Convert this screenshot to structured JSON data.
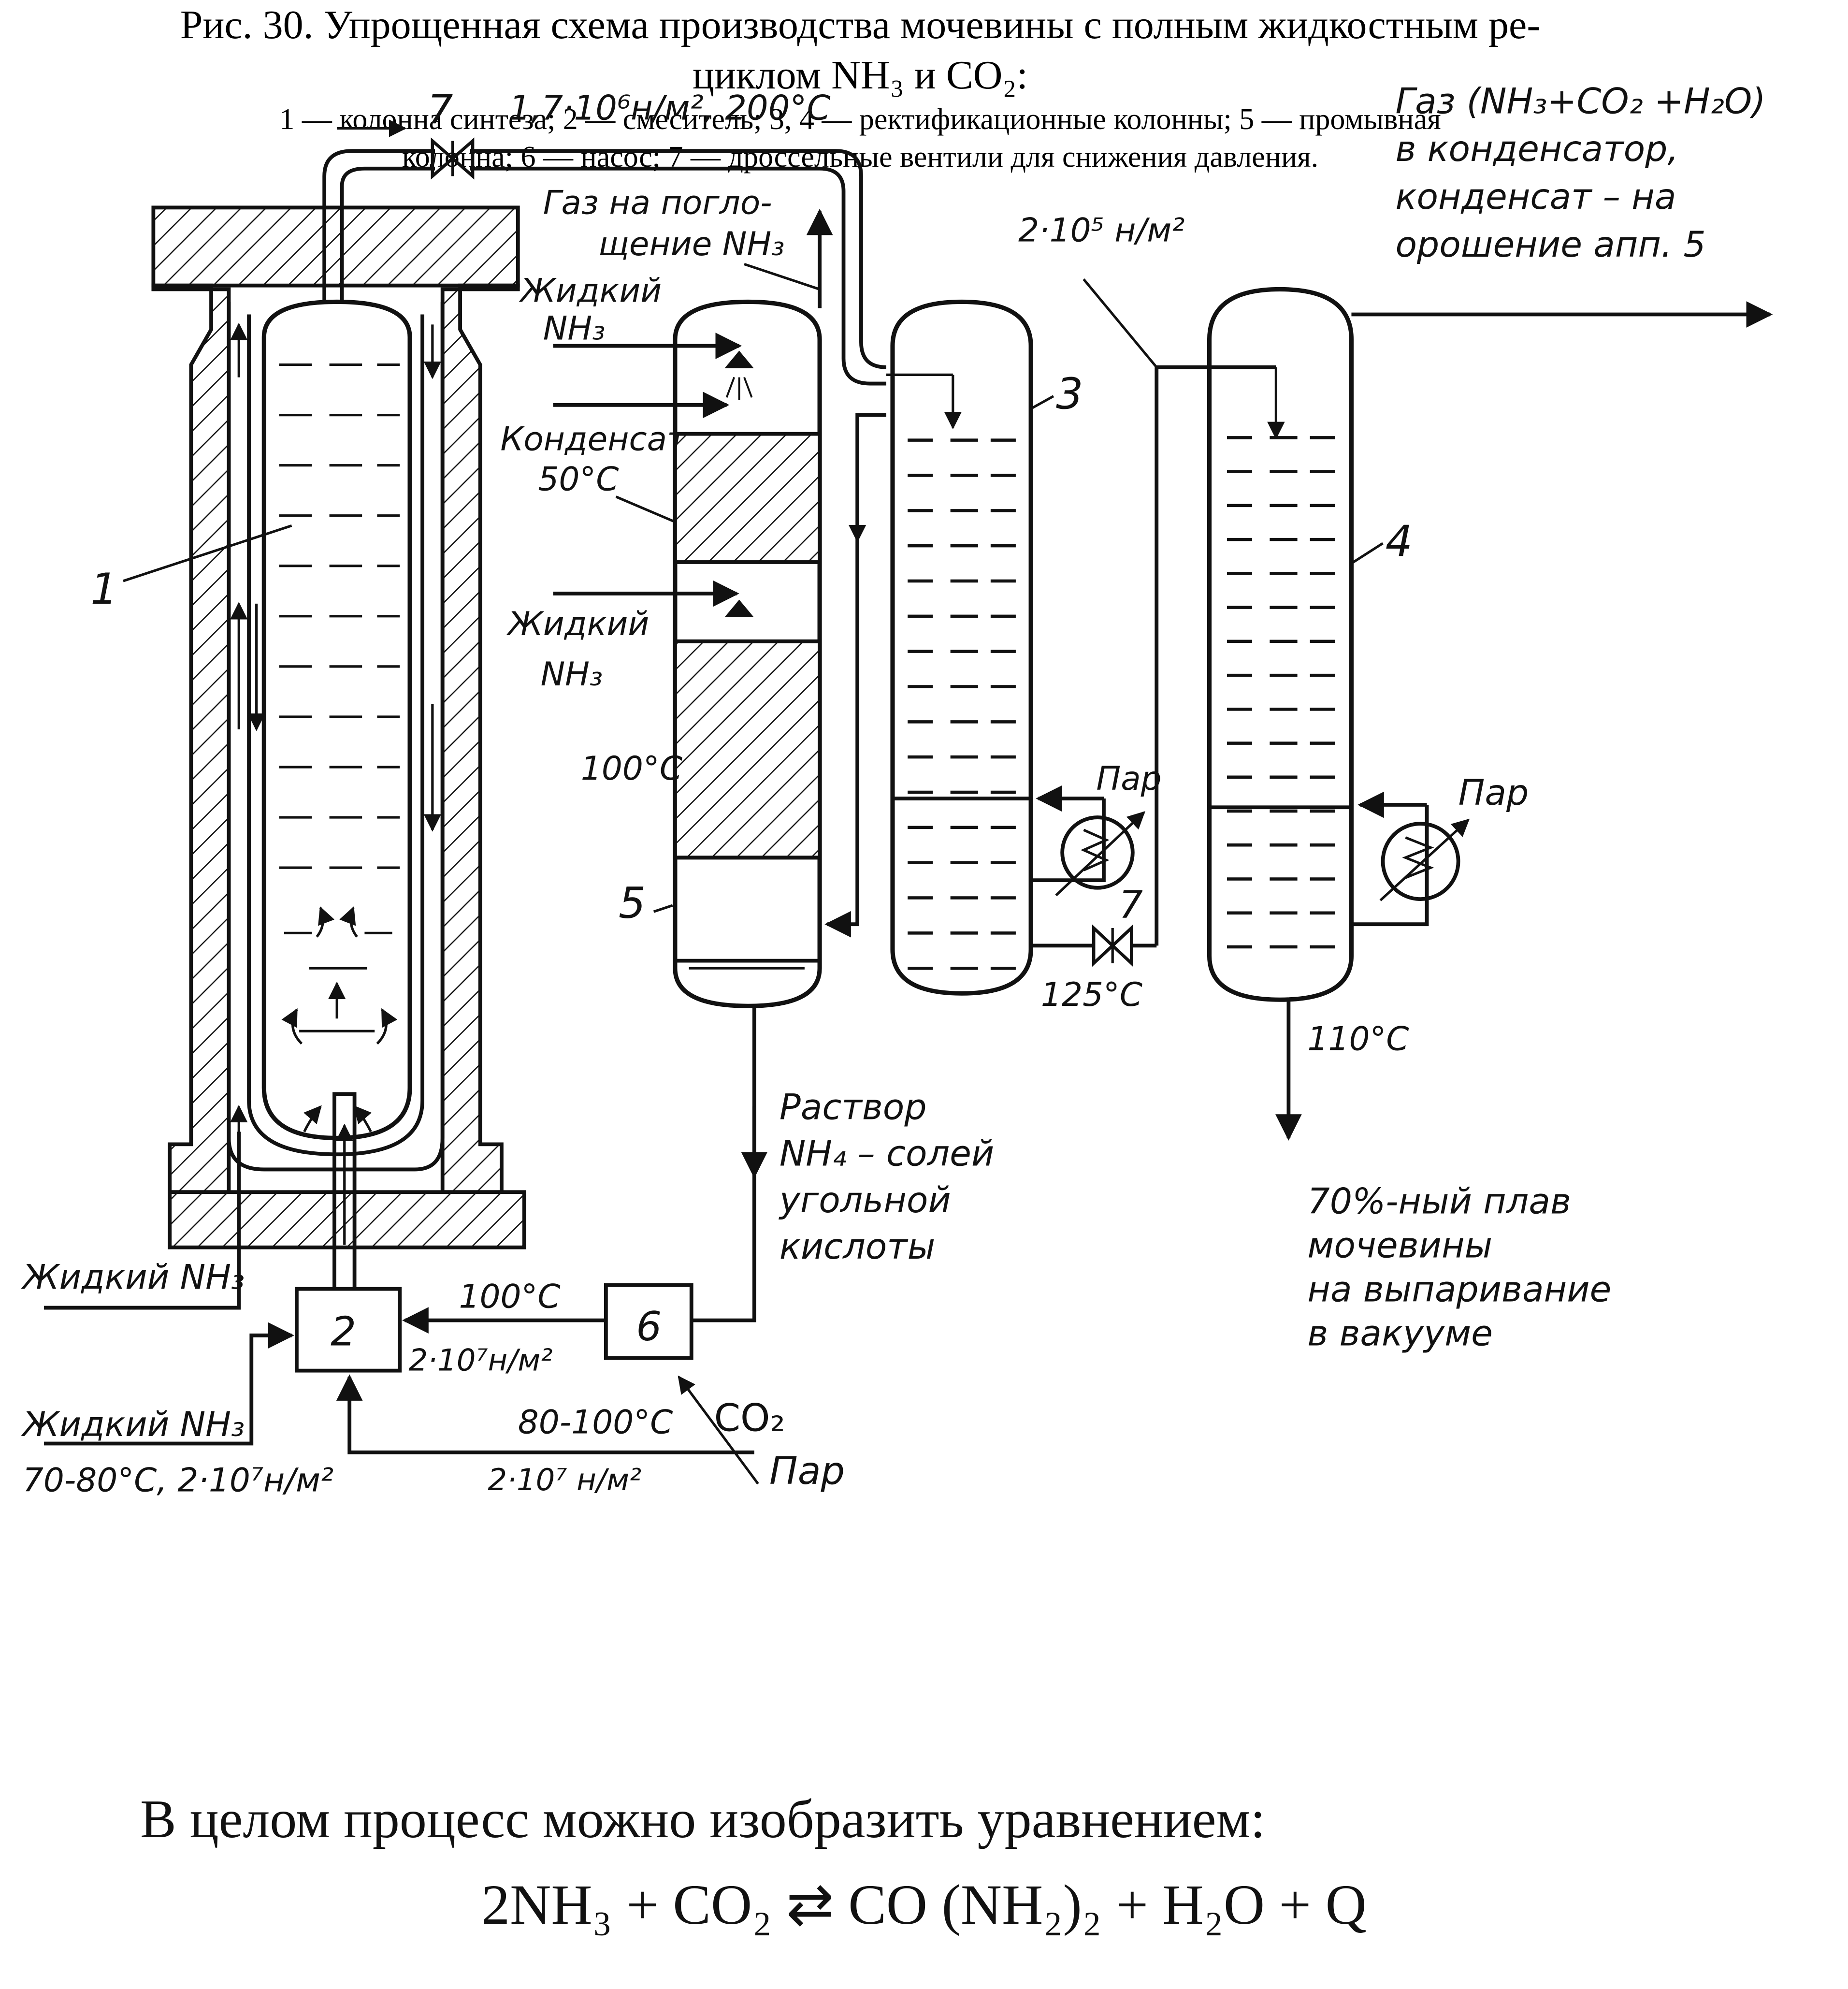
{
  "diagram": {
    "apparatus_numbers": [
      "1",
      "2",
      "3",
      "4",
      "5",
      "6",
      "7",
      "7"
    ],
    "labels": {
      "valve_top_pressure": "1,7·10⁶н/м², 200°С",
      "gas_absorb_line1": "Газ на погло-",
      "gas_absorb_line2": "щение NH₃",
      "liquid_nh3_a_line1": "Жидкий",
      "liquid_nh3_a_line2": "NH₃",
      "condensate_line1": "Конденсат",
      "condensate_line2": "50°С",
      "liquid_nh3_b_line1": "Жидкий",
      "liquid_nh3_b_line2": "NH₃",
      "temp_100_col5": "100°С",
      "pressure_2e5": "2·10⁵ н/м²",
      "gas_out_line1": "Газ (NH₃+CO₂ +H₂O)",
      "gas_out_line2": "в конденсатор,",
      "gas_out_line3": "конденсат – на",
      "gas_out_line4": "орошение апп. 5",
      "steam_3": "Пар",
      "steam_4": "Пар",
      "temp_125": "125°С",
      "temp_110": "110°С",
      "melt_line1": "70%-ный плав",
      "melt_line2": "мочевины",
      "melt_line3": "на выпаривание",
      "melt_line4": "в вакууме",
      "solution_line1": "Раствор",
      "solution_line2": "NH₄ – солей",
      "solution_line3": "угольной",
      "solution_line4": "кислоты",
      "liquid_nh3_left": "Жидкий NH₃",
      "temp_100_pump": "100°С",
      "pressure_2e7_mixer": "2·10⁷н/м²",
      "liquid_nh3_feed": "Жидкий NH₃",
      "feed_conditions": "70-80°С, 2·10⁷н/м²",
      "co2_temp": "80-100°С",
      "co2": "CO₂",
      "co2_pressure": "2·10⁷ н/м²",
      "steam_bottom": "Пар"
    }
  },
  "caption": {
    "title_line1": "Рис. 30. Упрощенная схема производства мочевины с полным жидкостным ре-",
    "title_line2": "циклом NH₃ и CO₂:",
    "legend_line1": "1 — колонна синтеза; 2 — смеситель; 3, 4 — ректификационные колонны; 5 — промывная",
    "legend_line2": "колонна; 6 — насос; 7 — дроссельные вентили для снижения давления."
  },
  "body_text": "В целом процесс можно изобразить уравнением:",
  "equation": "2NH₃ + CO₂ ⇄ CO (NH₂)₂ + H₂O + Q"
}
